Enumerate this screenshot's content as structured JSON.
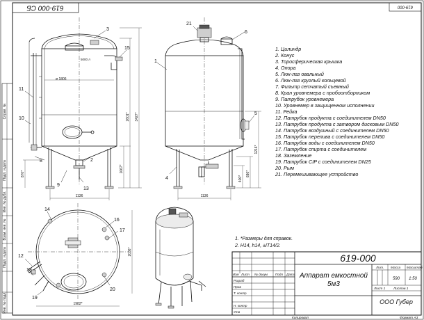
{
  "drawing_number": "619-000",
  "drawing_number_rotated": "619-000 СБ",
  "corner_number": "619-000",
  "bom": [
    "1. Цилиндр",
    "2. Конус",
    "3. Торосферическая крышка",
    "4. Опора",
    "5. Люк-лаз овальный",
    "6. Люк-лаз круглый кольцевой",
    "7. Фильтр сетчатый съемный",
    "8. Кран уровнемера с пробоотборником",
    "9. Патрубок уровнемера",
    "10. Уровнемер в защищенном исполнении",
    "11. Рейка",
    "12. Патрубок продукта с соединителем DN50",
    "13. Патрубок продукта с затвором дисковым DN50",
    "14. Патрубок воздушный с соединителем DN50",
    "15. Патрубок перелива с соединителем DN50",
    "16. Патрубок воды с соединителем DN50",
    "17. Патрубок спирта с соединителем",
    "18. Заземление",
    "19. Патрубок CIP с соединителем DN25",
    "20. Рым",
    "21. Перемешивающее устройство"
  ],
  "notes": [
    "1. *Размеры для справок.",
    "2. H14, h14, ±IT14/2."
  ],
  "front_view": {
    "callouts": {
      "c3": "3",
      "c15": "15",
      "c11": "11",
      "c10": "10",
      "c8": "8",
      "c2": "2",
      "c9": "9",
      "c13": "13"
    },
    "dims": {
      "diam": "ø 1806",
      "height_2601": "2601*",
      "height_3427": "3427*",
      "height_1067": "1067*",
      "height_870": "870*",
      "width_1136": "1136",
      "tank_label": "5000 л"
    }
  },
  "side_view": {
    "callouts": {
      "c21": "21",
      "c6": "6",
      "c1": "1",
      "c5": "5",
      "c4": "4"
    },
    "dims": {
      "d1216": "1216*",
      "d400": "400*",
      "d686": "686*",
      "width_1136": "1136"
    }
  },
  "top_view": {
    "callouts": {
      "c14": "14",
      "c16": "16",
      "c17": "17",
      "c12": "12",
      "c18": "18",
      "c20": "20",
      "c19": "19"
    },
    "dims": {
      "d1982": "1982*",
      "d2036": "2036*"
    }
  },
  "title_block": {
    "name_line1": "Аппарат емкостной",
    "name_line2": "5м3",
    "col_lit": "Лит.",
    "col_mass": "Масса",
    "col_scale": "Масштаб",
    "mass_value": "590",
    "scale_value": "1:50",
    "sheet": "Лист 1",
    "sheets": "Листов 1",
    "company": "ООО Губер",
    "hdr_izm": "Изм",
    "hdr_list": "Лист",
    "hdr_doc": "№ докум",
    "hdr_sign": "Подп",
    "hdr_date": "Дата",
    "row_razrab": "Разраб",
    "row_prov": "Пров",
    "row_tkontr": "Т. контр",
    "row_nkontr": "Н. контр",
    "row_utv": "Утв",
    "copied": "Копировал",
    "format": "Формат A3"
  },
  "left_strip": [
    "Справ. №",
    "Перв. примен.",
    "Подп. и дата",
    "Инв. № дубл.",
    "Взам. инв. №",
    "Подп. и дата",
    "Инв. № подл."
  ]
}
